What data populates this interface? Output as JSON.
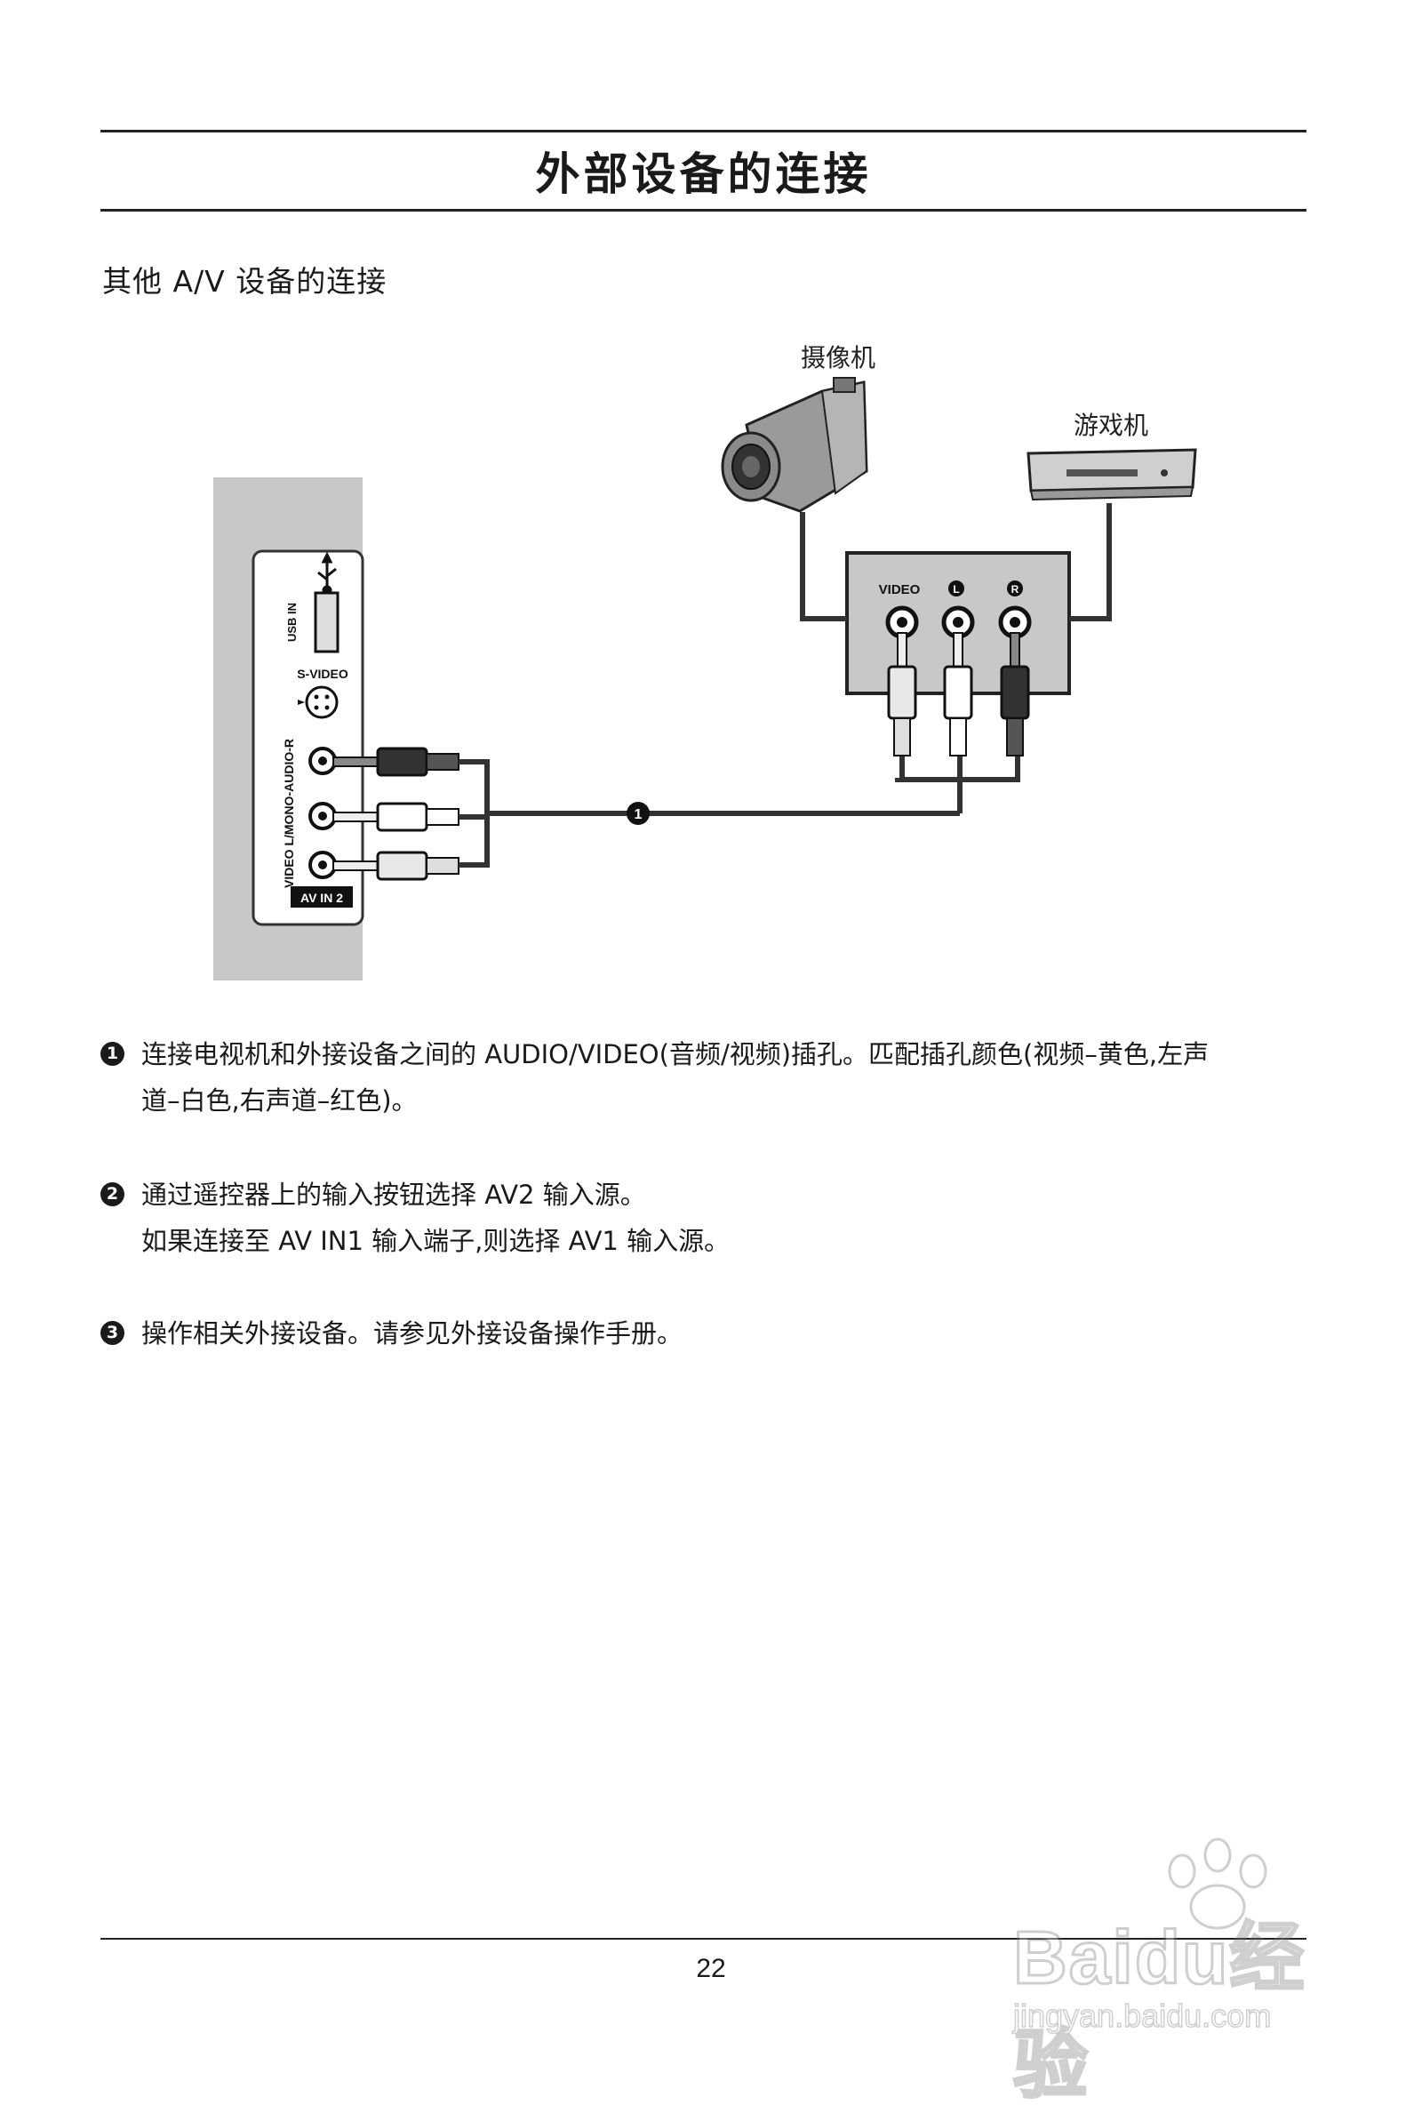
{
  "header": {
    "title": "外部设备的连接"
  },
  "section": {
    "heading": "其他 A/V 设备的连接"
  },
  "diagram": {
    "camcorder_label": "摄像机",
    "game_console_label": "游戏机",
    "tv_panel": {
      "usb_label": "USB IN",
      "svideo_label": "S-VIDEO",
      "audio_label": "VIDEO L/MONO-AUDIO-R",
      "av_in_label": "AV IN 2"
    },
    "device_panel": {
      "video_label": "VIDEO",
      "left_label": "L",
      "right_label": "R"
    },
    "cable_marker": "1"
  },
  "steps": [
    {
      "number": "1",
      "text": "连接电视机和外接设备之间的 AUDIO/VIDEO(音频/视频)插孔。匹配插孔颜色(视频–黄色,左声",
      "text2": "道–白色,右声道–红色)。"
    },
    {
      "number": "2",
      "text": "通过遥控器上的输入按钮选择 AV2 输入源。",
      "text2": "如果连接至 AV IN1 输入端子,则选择 AV1 输入源。"
    },
    {
      "number": "3",
      "text": "操作相关外接设备。请参见外接设备操作手册。"
    }
  ],
  "footer": {
    "page_number": "22"
  },
  "watermark": {
    "brand": "Baidu经验",
    "url": "jingyan.baidu.com"
  }
}
